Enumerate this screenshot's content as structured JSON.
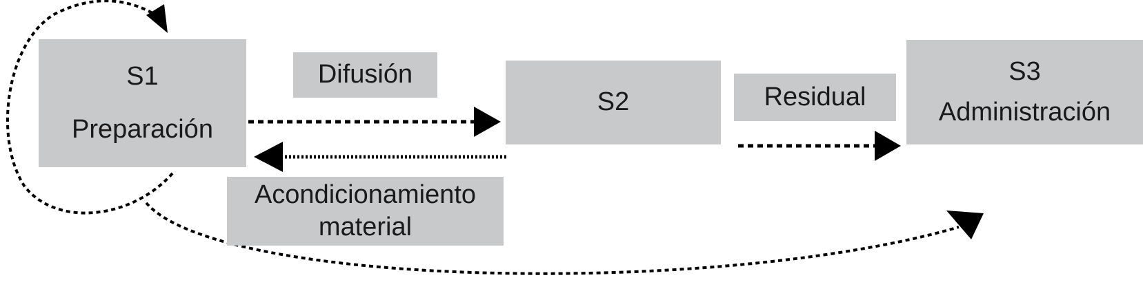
{
  "stages": {
    "s1": {
      "code": "S1",
      "name": "Preparación"
    },
    "s2": {
      "code": "S2"
    },
    "s3": {
      "code": "S3",
      "name": "Administración"
    }
  },
  "labels": {
    "difusion": "Difusión",
    "residual": "Residual",
    "acondicionamiento_line1": "Acondicionamiento",
    "acondicionamiento_line2": "material"
  },
  "colors": {
    "box_fill": "#c8c9cb",
    "text": "#1a1a1a",
    "arrow": "#000000"
  }
}
